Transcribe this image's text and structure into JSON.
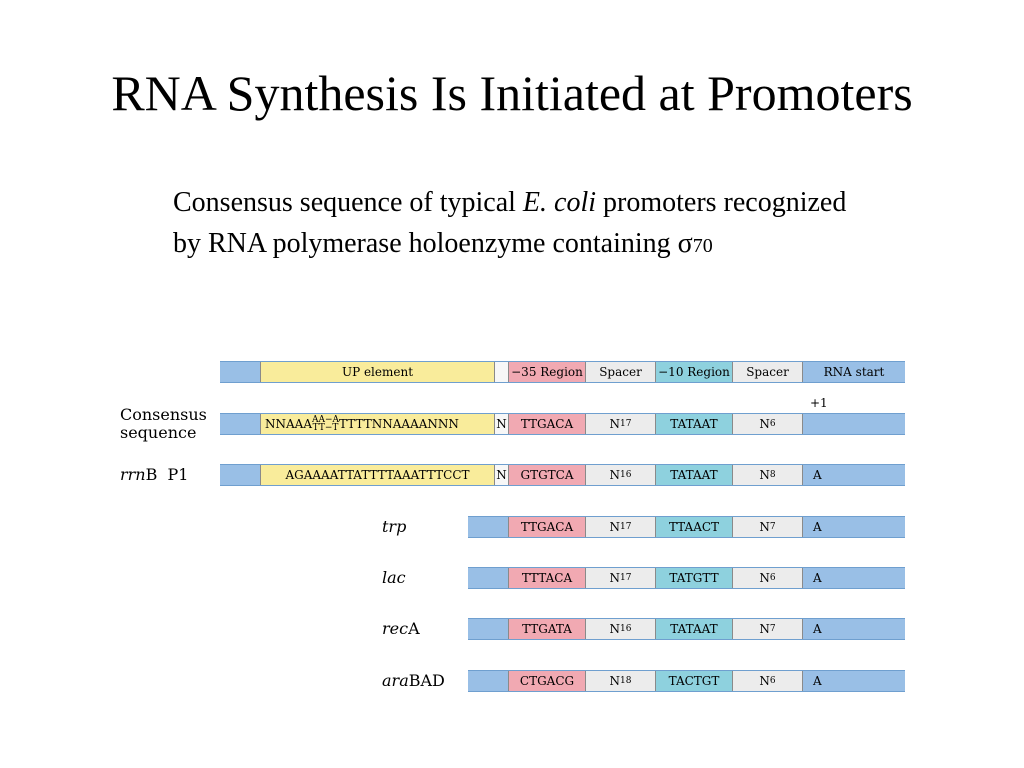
{
  "slide": {
    "title": "RNA Synthesis Is Initiated at Promoters",
    "caption_pre": "Consensus sequence of typical ",
    "caption_species": "E. coli",
    "caption_post": " promoters recognized by RNA polymerase holoenzyme containing ",
    "caption_sigma": "σ",
    "caption_sigma_num": "70"
  },
  "header": {
    "up_element": "UP element",
    "region_35": "−35 Region",
    "spacer_1": "Spacer",
    "region_10": "−10 Region",
    "spacer_2": "Spacer",
    "rna_start": "RNA start"
  },
  "plus_one": "+1",
  "consensus": {
    "label_line1": "Consensus",
    "label_line2": "sequence",
    "up_prefix": "NNAAA",
    "up_stack_top": "AA−A",
    "up_stack_bottom": "TT−T",
    "up_suffix": "TTTTNNAAAANNN",
    "n_box": "N",
    "box_35": "TTGACA",
    "spacer1_base": "N",
    "spacer1_sub": "17",
    "box_10": "TATAAT",
    "spacer2_base": "N",
    "spacer2_sub": "6",
    "start": ""
  },
  "rrnb": {
    "label_italic": "rrn",
    "label_rest": "B  P1",
    "up_seq": "AGAAAATTATTTTAAATTTCCT",
    "n_box": "N",
    "box_35": "GTGTCA",
    "spacer1_base": "N",
    "spacer1_sub": "16",
    "box_10": "TATAAT",
    "spacer2_base": "N",
    "spacer2_sub": "8",
    "start": "A"
  },
  "promoters": [
    {
      "label_italic": "trp",
      "label_rest": "",
      "box_35": "TTGACA",
      "spacer1_base": "N",
      "spacer1_sub": "17",
      "box_10": "TTAACT",
      "spacer2_base": "N",
      "spacer2_sub": "7",
      "start": "A"
    },
    {
      "label_italic": "lac",
      "label_rest": "",
      "box_35": "TTTACA",
      "spacer1_base": "N",
      "spacer1_sub": "17",
      "box_10": "TATGTT",
      "spacer2_base": "N",
      "spacer2_sub": "6",
      "start": "A"
    },
    {
      "label_italic": "rec",
      "label_rest": "A",
      "box_35": "TTGATA",
      "spacer1_base": "N",
      "spacer1_sub": "16",
      "box_10": "TATAAT",
      "spacer2_base": "N",
      "spacer2_sub": "7",
      "start": "A"
    },
    {
      "label_italic": "ara",
      "label_rest": "BAD",
      "box_35": "CTGACG",
      "spacer1_base": "N",
      "spacer1_sub": "18",
      "box_10": "TACTGT",
      "spacer2_base": "N",
      "spacer2_sub": "6",
      "start": "A"
    }
  ],
  "colors": {
    "flank": "#99bfe6",
    "up_element": "#f9ec9b",
    "region_35": "#f1a9b2",
    "spacer": "#ececec",
    "region_10": "#8ed1de"
  }
}
